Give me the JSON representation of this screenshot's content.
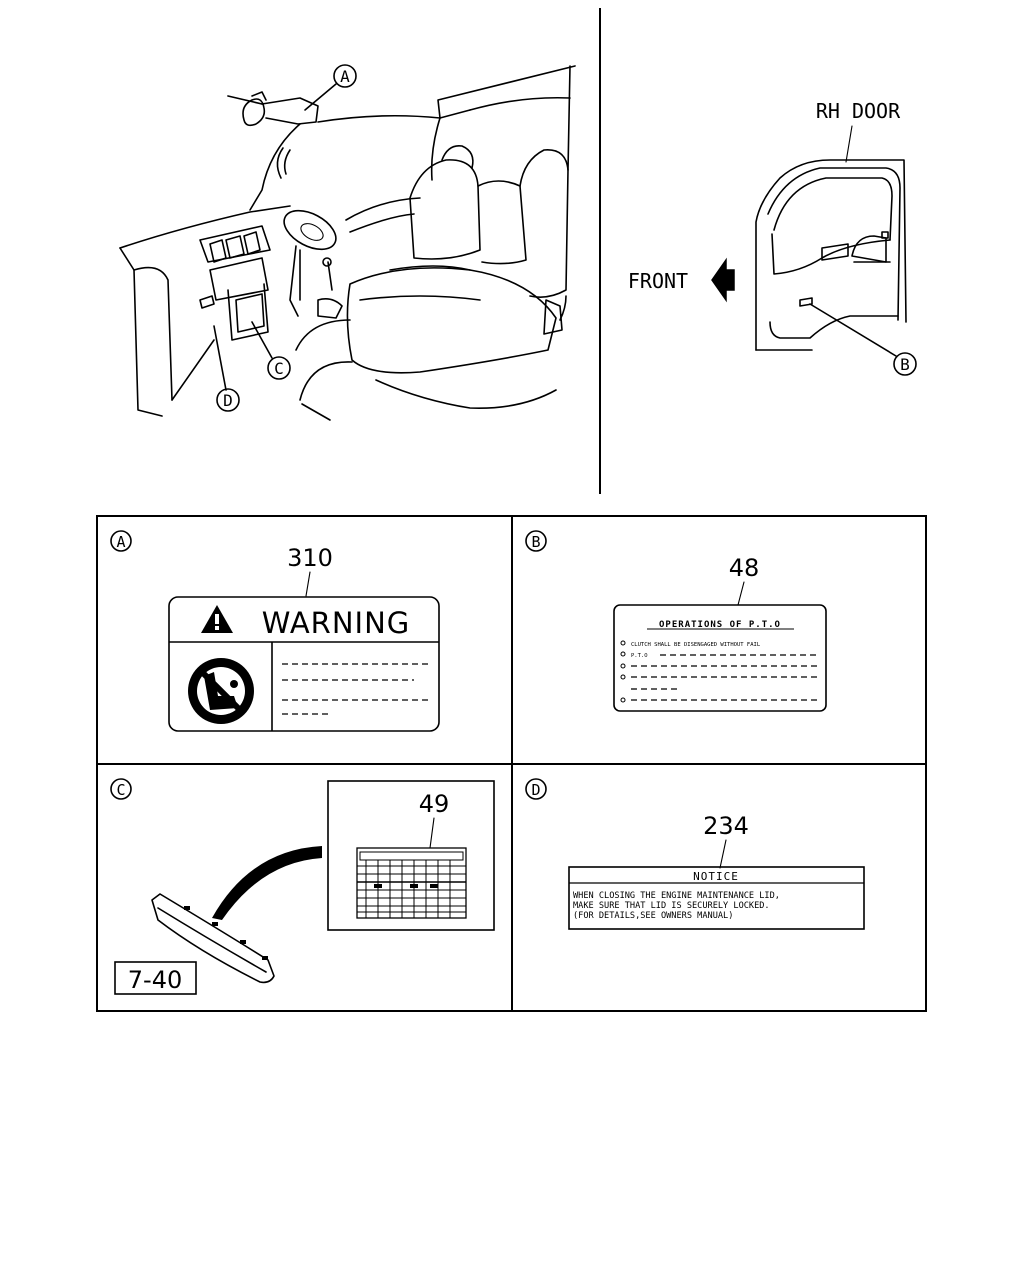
{
  "top_right": {
    "door_label": "RH DOOR",
    "front_label": "FRONT"
  },
  "callouts": {
    "a": "A",
    "b": "B",
    "c": "C",
    "d": "D"
  },
  "panel_a": {
    "letter": "A",
    "part_no": "310",
    "warning_title": "WARNING"
  },
  "panel_b": {
    "letter": "B",
    "part_no": "48",
    "title": "OPERATIONS OF P.T.O",
    "lines": [
      "CLUTCH SHALL BE DISENGAGED WITHOUT FAIL",
      "P.T.O"
    ]
  },
  "panel_c": {
    "letter": "C",
    "part_no": "49",
    "ref": "7-40"
  },
  "panel_d": {
    "letter": "D",
    "part_no": "234",
    "title": "NOTICE",
    "lines": [
      "WHEN CLOSING THE ENGINE MAINTENANCE LID,",
      "MAKE SURE THAT LID IS SECURELY LOCKED.",
      "(FOR DETAILS,SEE OWNERS MANUAL)"
    ]
  }
}
